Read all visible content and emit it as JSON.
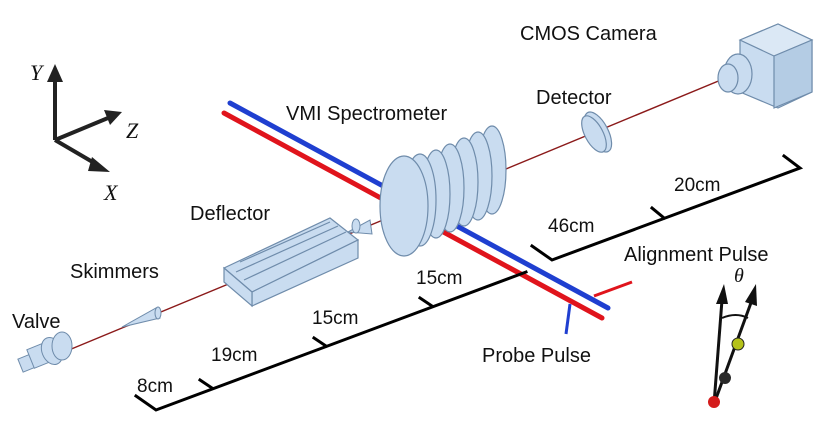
{
  "labels": {
    "cmos_camera": "CMOS Camera",
    "detector": "Detector",
    "vmi_spectrometer": "VMI Spectrometer",
    "deflector": "Deflector",
    "skimmers": "Skimmers",
    "valve": "Valve",
    "alignment_pulse": "Alignment Pulse",
    "probe_pulse": "Probe Pulse"
  },
  "axes": {
    "y": "Y",
    "z": "Z",
    "x": "X"
  },
  "distances": {
    "d1": "8cm",
    "d2": "19cm",
    "d3": "15cm",
    "d4": "15cm",
    "d5": "46cm",
    "d6": "20cm"
  },
  "angle_symbol": "θ",
  "colors": {
    "alignment_pulse": "#e0141c",
    "probe_pulse": "#1f3fd0",
    "molecular_beam": "#8b1a1a",
    "apparatus_fill": "#c9dcf0",
    "apparatus_stroke": "#6f8cab",
    "scale_line": "#000000",
    "molecule_atom_top": "#b5c21a",
    "molecule_atom_mid": "#2a2a2a",
    "molecule_atom_bottom": "#d41c1c"
  }
}
